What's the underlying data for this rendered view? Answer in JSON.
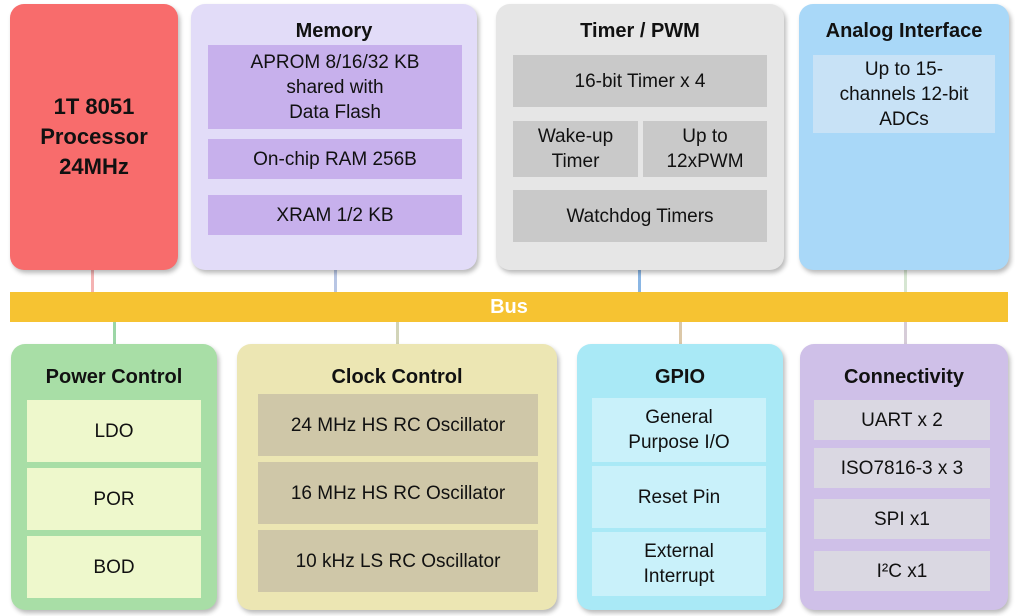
{
  "processor": {
    "label": "1T 8051\nProcessor\n24MHz"
  },
  "memory": {
    "title": "Memory",
    "items": [
      "APROM 8/16/32 KB\nshared with\nData Flash",
      "On-chip RAM 256B",
      "XRAM 1/2 KB"
    ]
  },
  "timer": {
    "title": "Timer / PWM",
    "timer16": "16-bit Timer x 4",
    "wakeup": "Wake-up\nTimer",
    "pwm": "Up to\n12xPWM",
    "watchdog": "Watchdog Timers"
  },
  "analog": {
    "title": "Analog Interface",
    "adc": "Up to 15-\nchannels 12-bit\nADCs"
  },
  "bus": {
    "label": "Bus"
  },
  "power": {
    "title": "Power Control",
    "items": [
      "LDO",
      "POR",
      "BOD"
    ]
  },
  "clock": {
    "title": "Clock Control",
    "items": [
      "24 MHz HS RC Oscillator",
      "16 MHz HS RC Oscillator",
      "10 kHz LS RC Oscillator"
    ]
  },
  "gpio": {
    "title": "GPIO",
    "items": [
      "General\nPurpose I/O",
      "Reset Pin",
      "External\nInterrupt"
    ]
  },
  "connectivity": {
    "title": "Connectivity",
    "items": [
      "UART x 2",
      "ISO7816-3 x 3",
      "SPI x1",
      "I²C x1"
    ]
  },
  "colors": {
    "processor": "#f86c6c",
    "memory": "#e2dcf8",
    "memory_cell": "#c7b0ec",
    "timer": "#e6e6e6",
    "timer_cell": "#c9c9c9",
    "analog": "#a9d8f8",
    "analog_cell": "#c8e2f6",
    "bus": "#f6c332",
    "power": "#a8dea6",
    "power_cell": "#eef8cc",
    "clock": "#ece6b3",
    "clock_cell": "#cfc7a8",
    "gpio": "#a9e9f6",
    "gpio_cell": "#c9f1fa",
    "connectivity": "#cfc0e8",
    "connectivity_cell": "#dad8e2"
  }
}
